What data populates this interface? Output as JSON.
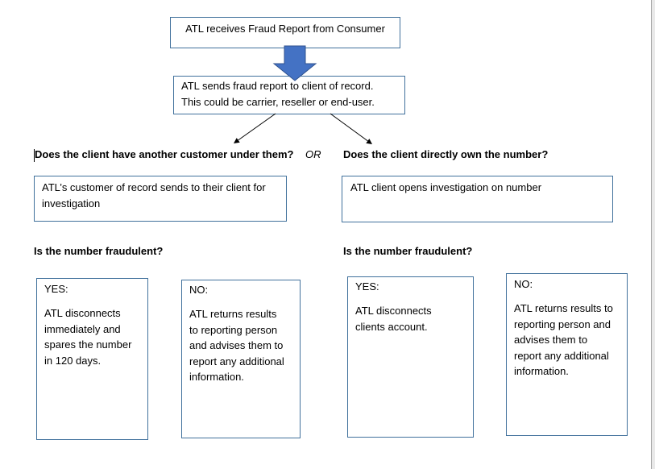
{
  "flowchart": {
    "start": {
      "text": "ATL receives Fraud Report from Consumer"
    },
    "notify": {
      "lines": [
        "ATL sends fraud report to client of record.",
        "This could be carrier, reseller or end-user."
      ]
    },
    "connector_label": "OR",
    "left_branch": {
      "question": "Does the client have another customer under them?",
      "action": {
        "lines": [
          "ATL’s customer of record sends to their client for",
          "investigation"
        ]
      },
      "fraud_question": "Is the number fraudulent?",
      "yes": {
        "heading": "YES:",
        "lines": [
          "ATL disconnects",
          "immediately and",
          "spares the number",
          "in 120 days."
        ]
      },
      "no": {
        "heading": "NO:",
        "lines": [
          "ATL returns results",
          "to reporting person",
          "and advises them to",
          "report any additional",
          "information."
        ]
      }
    },
    "right_branch": {
      "question": "Does the client directly own the number?",
      "action": {
        "lines": [
          "ATL client opens investigation on number"
        ]
      },
      "fraud_question": "Is the number fraudulent?",
      "yes": {
        "heading": "YES:",
        "lines": [
          "ATL disconnects",
          "clients account."
        ]
      },
      "no": {
        "heading": "NO:",
        "lines": [
          "ATL returns results to",
          "reporting person and",
          "advises them to",
          "report any additional",
          "information."
        ]
      }
    }
  },
  "colors": {
    "box_border": "#41719c",
    "arrow_fill": "#4472c4",
    "arrow_outline": "#2f528f",
    "connector": "#000000",
    "text": "#000000"
  }
}
